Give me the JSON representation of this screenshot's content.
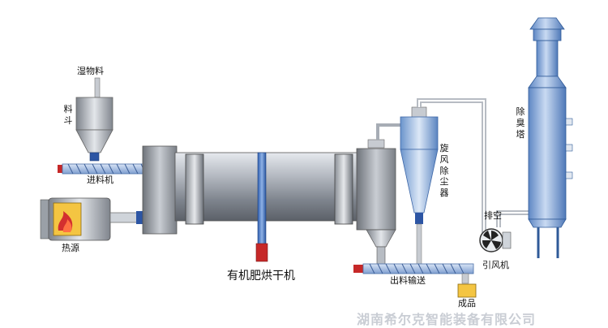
{
  "labels": {
    "wet_material": "湿物料",
    "hopper": "料斗",
    "feeder": "进料机",
    "heat_source": "热源",
    "dryer": "有机肥烘干机",
    "cyclone": "旋风除尘器",
    "deodorizing_tower": "除臭塔",
    "exhaust": "排空",
    "induced_fan": "引风机",
    "discharge_conveyor": "出料输送",
    "product": "成品"
  },
  "company": "湖南希尔克智能装备有限公司"
}
